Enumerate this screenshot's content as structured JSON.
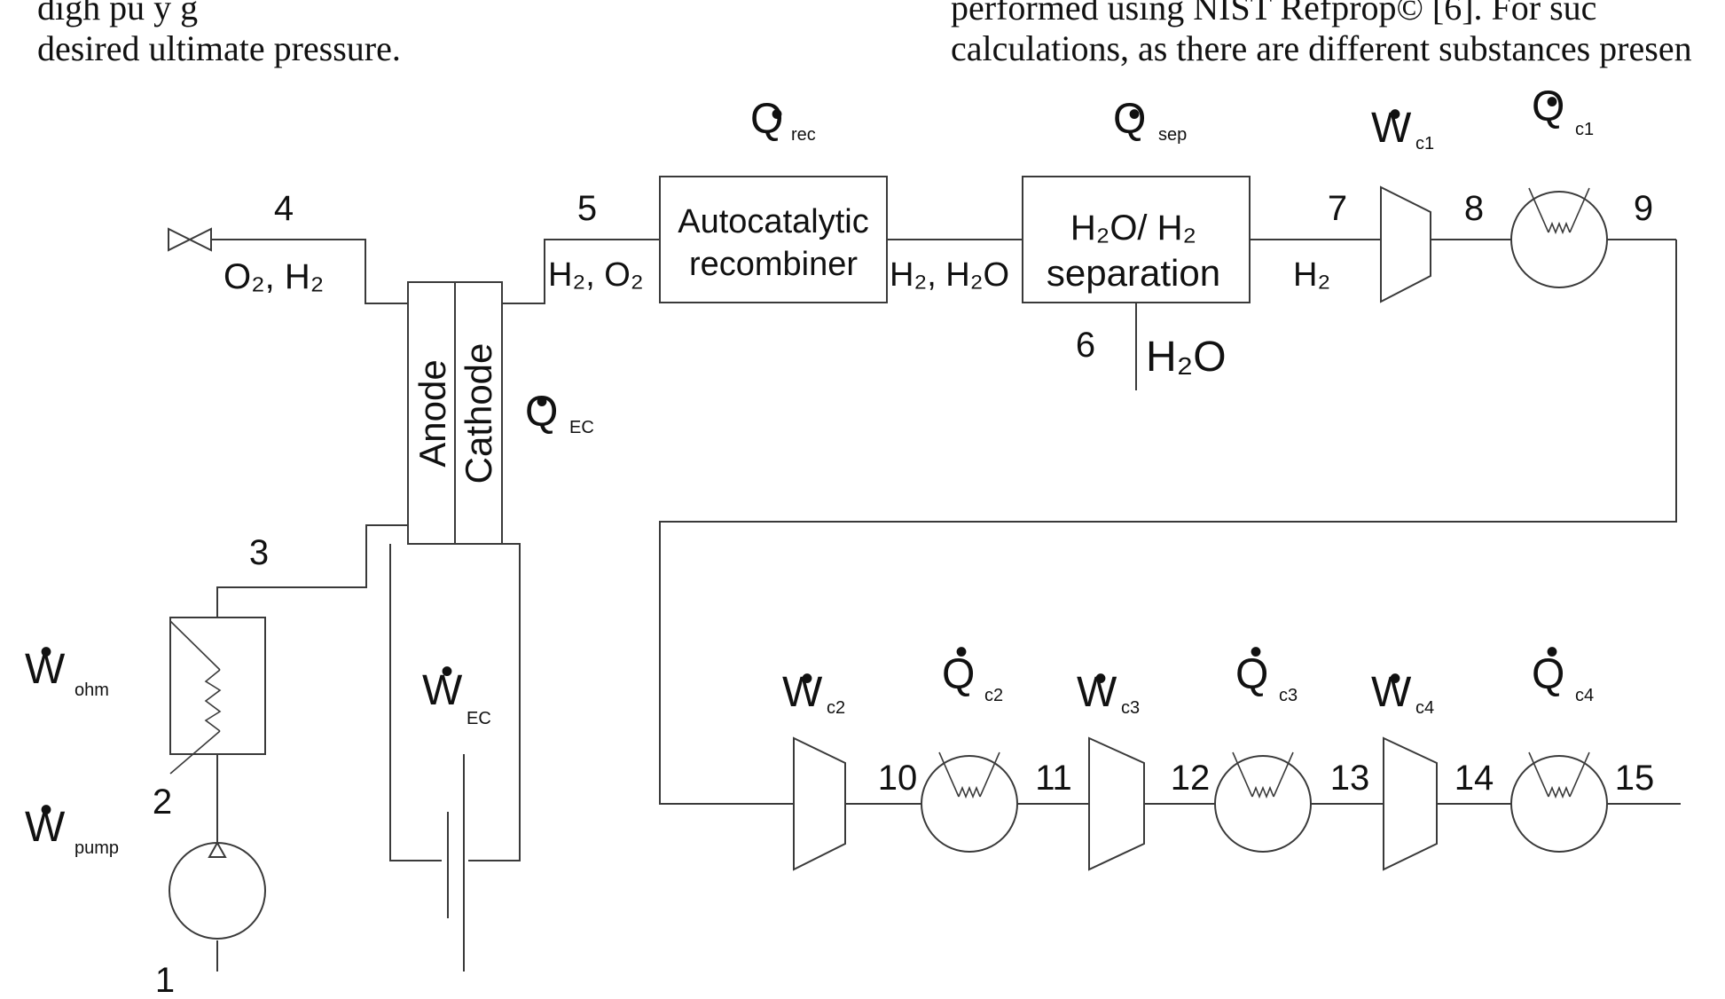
{
  "text_left": {
    "line1": "digh pu                y g",
    "line2": "desired ultimate pressure."
  },
  "text_right": {
    "line1": "performed   using   NIST   Refprop©   [6].   For   suc",
    "line2": "calculations, as there are different substances presen"
  },
  "diagram": {
    "state_points": [
      "1",
      "2",
      "3",
      "4",
      "5",
      "6",
      "7",
      "8",
      "9",
      "10",
      "11",
      "12",
      "13",
      "14",
      "15"
    ],
    "blocks": {
      "recombiner_line1": "Autocatalytic",
      "recombiner_line2": "recombiner",
      "separator_line1": "H₂O/ H₂",
      "separator_line2": "separation",
      "anode": "Anode",
      "cathode": "Cathode"
    },
    "streams": {
      "s4": "O₂,  H₂",
      "s5": "H₂, O₂",
      "s_rec_out": "H₂, H₂O",
      "s6": "H₂O",
      "s7": "H₂"
    },
    "energy": {
      "q_rec": {
        "symbol": "Q",
        "sub": "rec"
      },
      "q_sep": {
        "symbol": "Q",
        "sub": "sep"
      },
      "q_ec": {
        "symbol": "Q",
        "sub": "EC"
      },
      "w_c1": {
        "symbol": "W",
        "sub": "c1"
      },
      "q_c1": {
        "symbol": "Q",
        "sub": "c1"
      },
      "w_c2": {
        "symbol": "W",
        "sub": "c2"
      },
      "q_c2": {
        "symbol": "Q",
        "sub": "c2"
      },
      "w_c3": {
        "symbol": "W",
        "sub": "c3"
      },
      "q_c3": {
        "symbol": "Q",
        "sub": "c3"
      },
      "w_c4": {
        "symbol": "W",
        "sub": "c4"
      },
      "q_c4": {
        "symbol": "Q",
        "sub": "c4"
      },
      "w_ohm": {
        "symbol": "W",
        "sub": "ohm"
      },
      "w_pump": {
        "symbol": "W",
        "sub": "pump"
      },
      "w_ec": {
        "symbol": "W",
        "sub": "EC"
      }
    }
  },
  "colors": {
    "line": "#3a3a3a",
    "text": "#111111",
    "background": "#ffffff"
  }
}
